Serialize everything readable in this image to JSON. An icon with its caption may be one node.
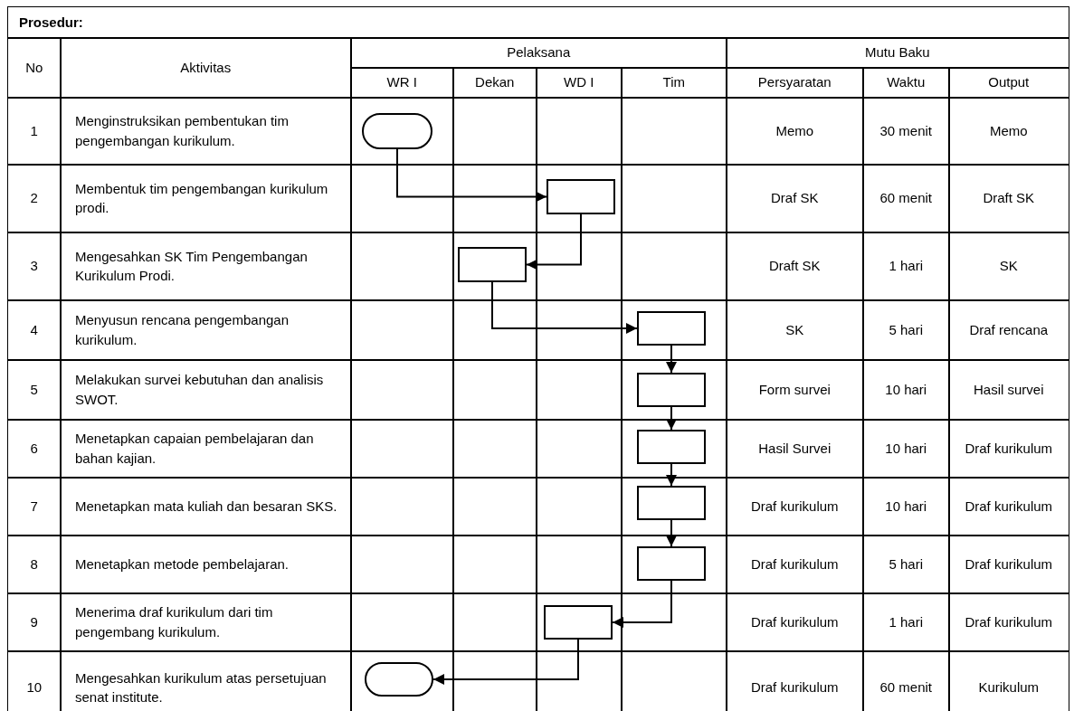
{
  "diagram": {
    "nodes": [
      {
        "text": [],
        "shape": "capsule"
      },
      {
        "text": [],
        "shape": "box"
      },
      {
        "text": [],
        "shape": "box"
      },
      {
        "text": [],
        "shape": "box"
      },
      {
        "text": [],
        "shape": "box"
      },
      {
        "text": [],
        "shape": "box"
      },
      {
        "text": [],
        "shape": "box"
      },
      {
        "text": [],
        "shape": "box"
      },
      {
        "text": [],
        "shape": "box"
      },
      {
        "text": [],
        "shape": "capsule"
      }
    ],
    "edges": [
      {
        "from": 0,
        "to": 1,
        "arrow": "to"
      },
      {
        "from": 1,
        "to": 2,
        "arrow": "to"
      },
      {
        "from": 2,
        "to": 3,
        "arrow": "to"
      },
      {
        "from": 3,
        "to": 4,
        "arrow": "to"
      },
      {
        "from": 4,
        "to": 5,
        "arrow": "to"
      },
      {
        "from": 5,
        "to": 6,
        "arrow": "to"
      },
      {
        "from": 6,
        "to": 7,
        "arrow": "to"
      },
      {
        "from": 7,
        "to": 8,
        "arrow": "to"
      },
      {
        "from": 8,
        "to": 9,
        "arrow": "to"
      }
    ],
    "labels": [
      "Prosedur:",
      "No",
      "Aktivitas",
      "Pelaksana",
      "Mutu Baku",
      "WR I",
      "Dekan",
      "WD I",
      "Tim",
      "Persyaratan",
      "Waktu",
      "Output",
      "1",
      "Menginstruksikan pembentukan tim pengembangan kurikulum.",
      "Memo",
      "30 menit",
      "Memo",
      "2",
      "Membentuk tim pengembangan kurikulum prodi.",
      "Draf SK",
      "60 menit",
      "Draft SK",
      "3",
      "Mengesahkan SK Tim Pengembangan Kurikulum Prodi.",
      "Draft SK",
      "1 hari",
      "SK",
      "4",
      "Menyusun rencana pengembangan kurikulum.",
      "SK",
      "5 hari",
      "Draf rencana",
      "5",
      "Melakukan survei kebutuhan dan analisis SWOT.",
      "Form survei",
      "10 hari",
      "Hasil survei",
      "6",
      "Menetapkan capaian pembelajaran dan bahan kajian.",
      "Hasil Survei",
      "10 hari",
      "Draf kurikulum",
      "7",
      "Menetapkan mata kuliah dan besaran SKS.",
      "Draf kurikulum",
      "10 hari",
      "Draf kurikulum",
      "8",
      "Menetapkan metode pembelajaran.",
      "Draf kurikulum",
      "5 hari",
      "Draf kurikulum",
      "9",
      "Menerima draf kurikulum dari tim pengembang kurikulum.",
      "Draf kurikulum",
      "1 hari",
      "Draf kurikulum",
      "10",
      "Mengesahkan kurikulum atas persetujuan senat institute.",
      "Draf kurikulum",
      "60 menit",
      "Kurikulum"
    ]
  }
}
